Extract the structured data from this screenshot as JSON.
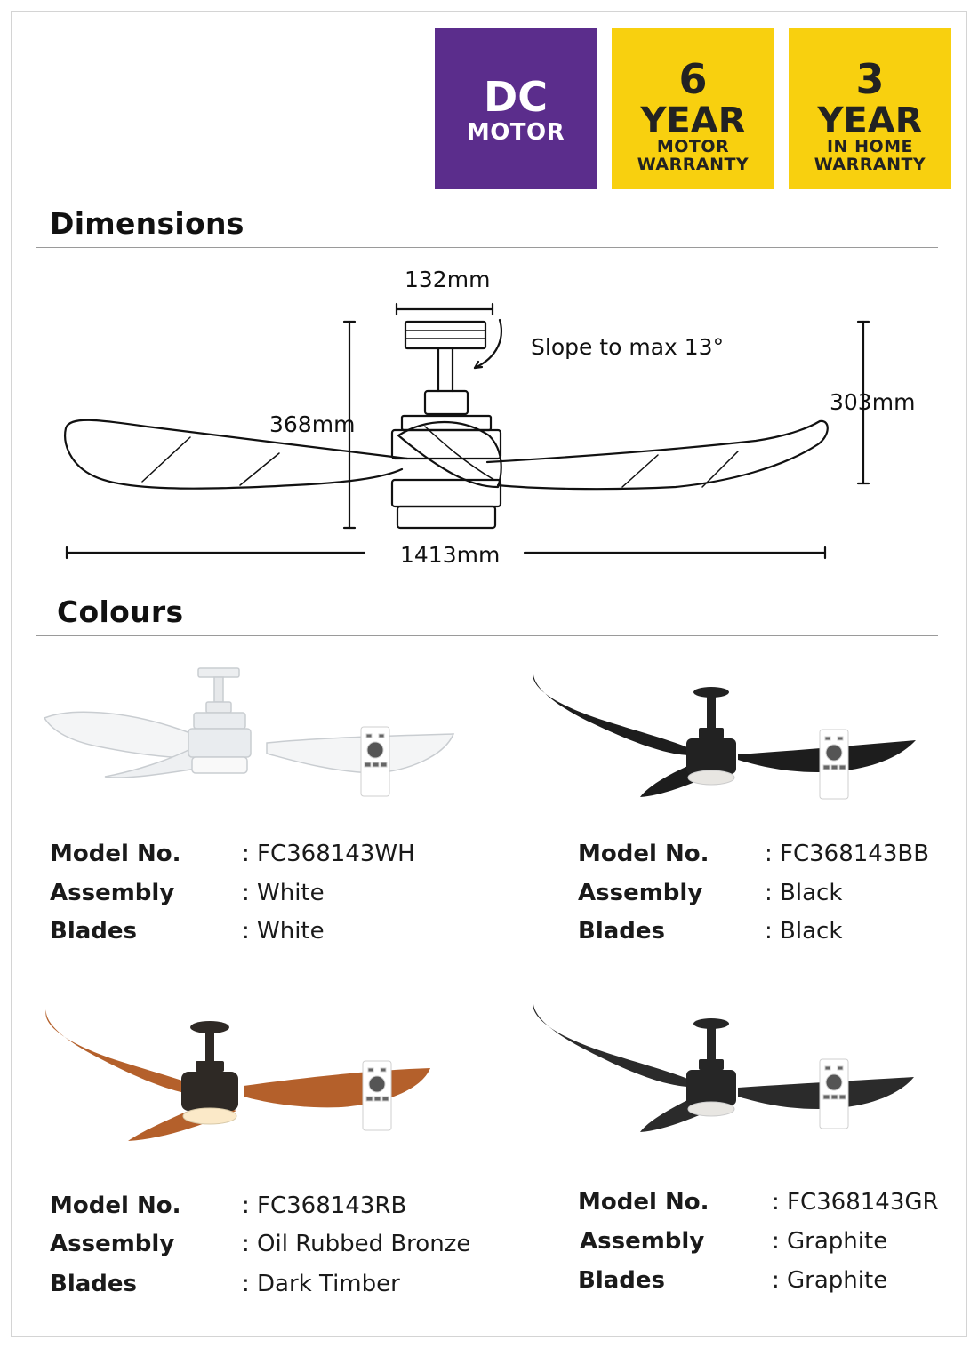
{
  "badges": {
    "dc": {
      "line1": "DC",
      "line2": "MOTOR"
    },
    "motor_warranty": {
      "number": "6",
      "unit": "YEAR",
      "line1": "MOTOR",
      "line2": "WARRANTY"
    },
    "home_warranty": {
      "number": "3",
      "unit": "YEAR",
      "line1": "IN HOME",
      "line2": "WARRANTY"
    }
  },
  "dimensions": {
    "title": "Dimensions",
    "canopy_width": "132mm",
    "slope": "Slope to max 13°",
    "overall_height": "368mm",
    "blade_height": "303mm",
    "diameter": "1413mm"
  },
  "colours": {
    "title": "Colours",
    "labels": {
      "model": "Model No.",
      "assembly": "Assembly",
      "blades": "Blades"
    },
    "items": [
      {
        "model": ": FC368143WH",
        "assembly": ": White",
        "blades": ": White",
        "motor_color": "#e9ecef",
        "blade_color": "#f4f5f6"
      },
      {
        "model": ": FC368143BB",
        "assembly": ": Black",
        "blades": ": Black",
        "motor_color": "#222222",
        "blade_color": "#1d1d1d"
      },
      {
        "model": ": FC368143RB",
        "assembly": ": Oil Rubbed Bronze",
        "blades": ": Dark Timber",
        "motor_color": "#2e2925",
        "blade_color": "#b4602b"
      },
      {
        "model": ": FC368143GR",
        "assembly": ": Graphite",
        "blades": ": Graphite",
        "motor_color": "#262626",
        "blade_color": "#2b2b2b"
      }
    ]
  }
}
